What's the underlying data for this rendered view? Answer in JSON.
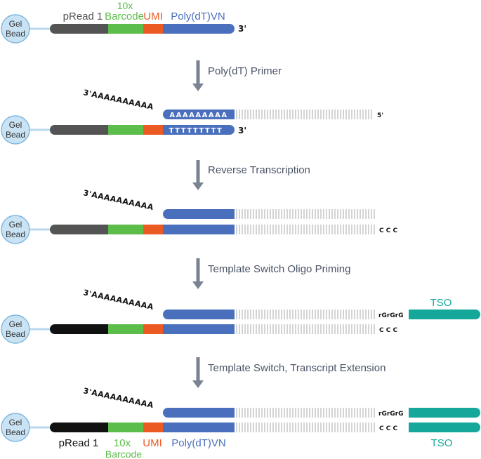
{
  "colors": {
    "bead_fill": "#c9e3f5",
    "bead_stroke": "#7fb8e0",
    "pread1_gray": "#545454",
    "pread1_black": "#111111",
    "barcode_green": "#5cbd4a",
    "umi_orange": "#ec5a24",
    "polydt_blue": "#4a6fbc",
    "tso_teal": "#15a89a",
    "arrow_gray": "#7a8392",
    "step_text": "#4a5366",
    "rna_stripe": "#aaaaaa"
  },
  "bead_label": [
    "Gel",
    "Bead"
  ],
  "top_labels": {
    "pread1": "pRead 1",
    "barcode_10x": "10x",
    "barcode": "Barcode",
    "umi": "UMI",
    "polydt": "Poly(dT)VN",
    "three_prime": "3'"
  },
  "bottom_labels": {
    "pread1": "pRead 1",
    "barcode_10x": "10x",
    "barcode": "Barcode",
    "umi": "UMI",
    "polydt": "Poly(dT)VN",
    "tso": "TSO"
  },
  "steps": [
    "Poly(dT) Primer",
    "Reverse Transcription",
    "Template Switch Oligo Priming",
    "Template Switch, Transcript Extension"
  ],
  "polyA_tail": "3'AAAAAAAAAA",
  "polyA_blue": "AAAAAAAAA",
  "polyT_blue": "TTTTTTTTT",
  "five_prime": "5'",
  "three_prime": "3'",
  "ccc": "C C C",
  "rgrgrg": "rGrGrG",
  "tso_label": "TSO"
}
